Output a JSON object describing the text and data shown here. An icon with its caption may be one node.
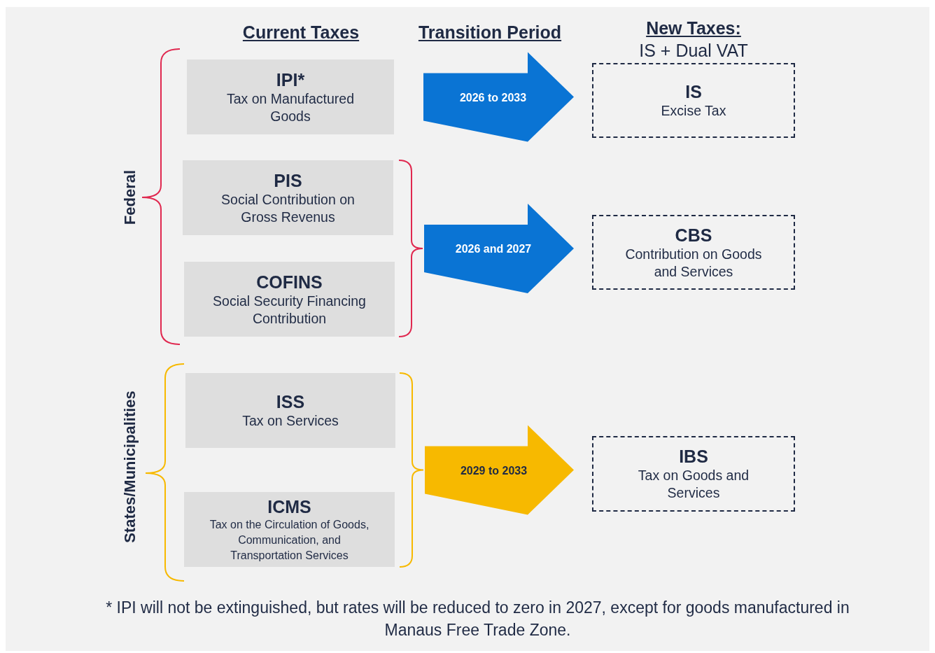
{
  "diagram": {
    "caption": "* IPI will not be extinguished, but rates will be reduced to zero in 2027, except for goods manufactured in Manaus Free Trade Zone.",
    "nodes": [
      {
        "text": [
          "IPI*",
          "Tax on Manufactured Goods"
        ]
      },
      {
        "text": [
          "PIS",
          "Social Contribution on Gross Revenus"
        ]
      },
      {
        "text": [
          "COFINS",
          "Social Security Financing Contribution"
        ]
      },
      {
        "text": [
          "ISS",
          "Tax on Services"
        ]
      },
      {
        "text": [
          "ICMS",
          "Tax on the Circulation of Goods, Communication, and Transportation Services"
        ]
      },
      {
        "text": [
          "IS",
          "Excise Tax"
        ]
      },
      {
        "text": [
          "CBS",
          "Contribution on Goods and Services"
        ]
      },
      {
        "text": [
          "IBS",
          "Tax on Goods and Services"
        ]
      }
    ],
    "edges": [
      {
        "from": 0,
        "to": 5,
        "arrow": "to",
        "label": "2026 to 2033"
      },
      {
        "from": 1,
        "to": 6,
        "arrow": "to",
        "label": "2026 and 2027"
      },
      {
        "from": 2,
        "to": 6,
        "arrow": "to"
      },
      {
        "from": 3,
        "to": 7,
        "arrow": "to",
        "label": "2029 to 2033",
        "color": "#f7b900"
      },
      {
        "from": 4,
        "to": 7,
        "arrow": "to",
        "color": "#f7b900"
      }
    ],
    "labels": [
      "Current Taxes",
      "Transition Period",
      "New Taxes:",
      "IS + Dual VAT",
      "Federal",
      "States/Municipalities"
    ]
  }
}
